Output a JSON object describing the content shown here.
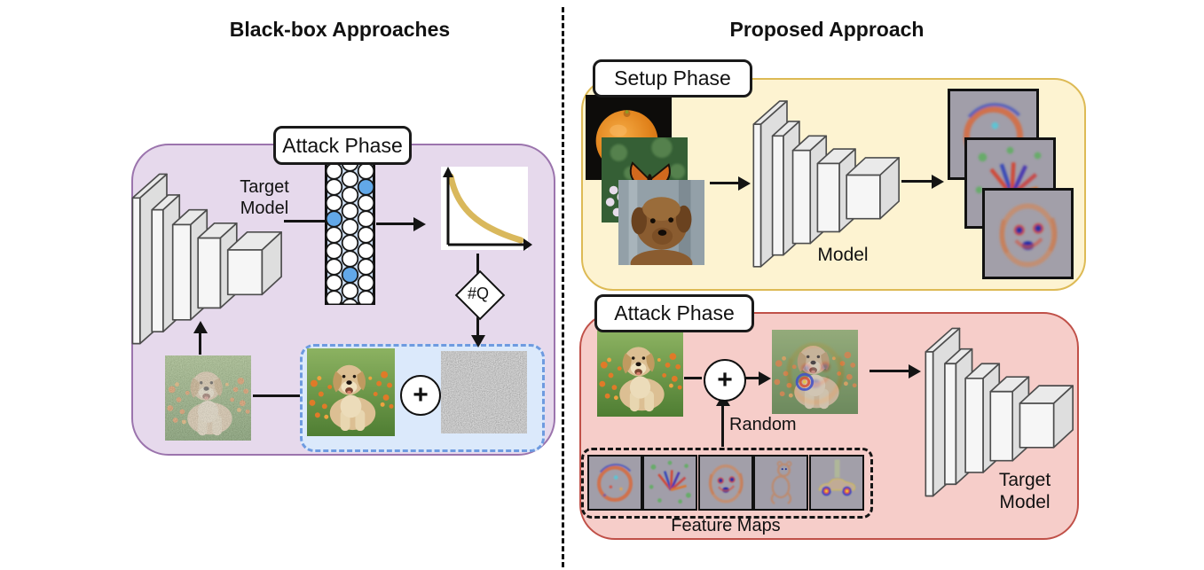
{
  "titles": {
    "left": "Black-box Approaches",
    "right": "Proposed Approach"
  },
  "left_panel": {
    "phase_label": "Attack Phase",
    "model_caption": {
      "line1": "Target",
      "line2": "Model"
    },
    "query_count_label": "#Q"
  },
  "setup_panel": {
    "phase_label": "Setup Phase",
    "model_caption": "Model"
  },
  "attack_panel": {
    "phase_label": "Attack Phase",
    "random_label": "Random",
    "feature_maps_caption": "Feature Maps",
    "model_caption": {
      "line1": "Target",
      "line2": "Model"
    }
  },
  "icons": {
    "plus": "+"
  },
  "colors": {
    "purple-fill": "#e6d9ec",
    "purple-border": "#9b74ad",
    "yellow-fill": "#fdf3d1",
    "yellow-border": "#ddba55",
    "red-fill": "#f6cdc9",
    "red-border": "#c05048",
    "blue-fill": "#dbe9fb",
    "blue-border": "#6e9be0",
    "node-blue": "#62a8e8",
    "curve-gold": "#d9b85c",
    "line-black": "#141414"
  }
}
